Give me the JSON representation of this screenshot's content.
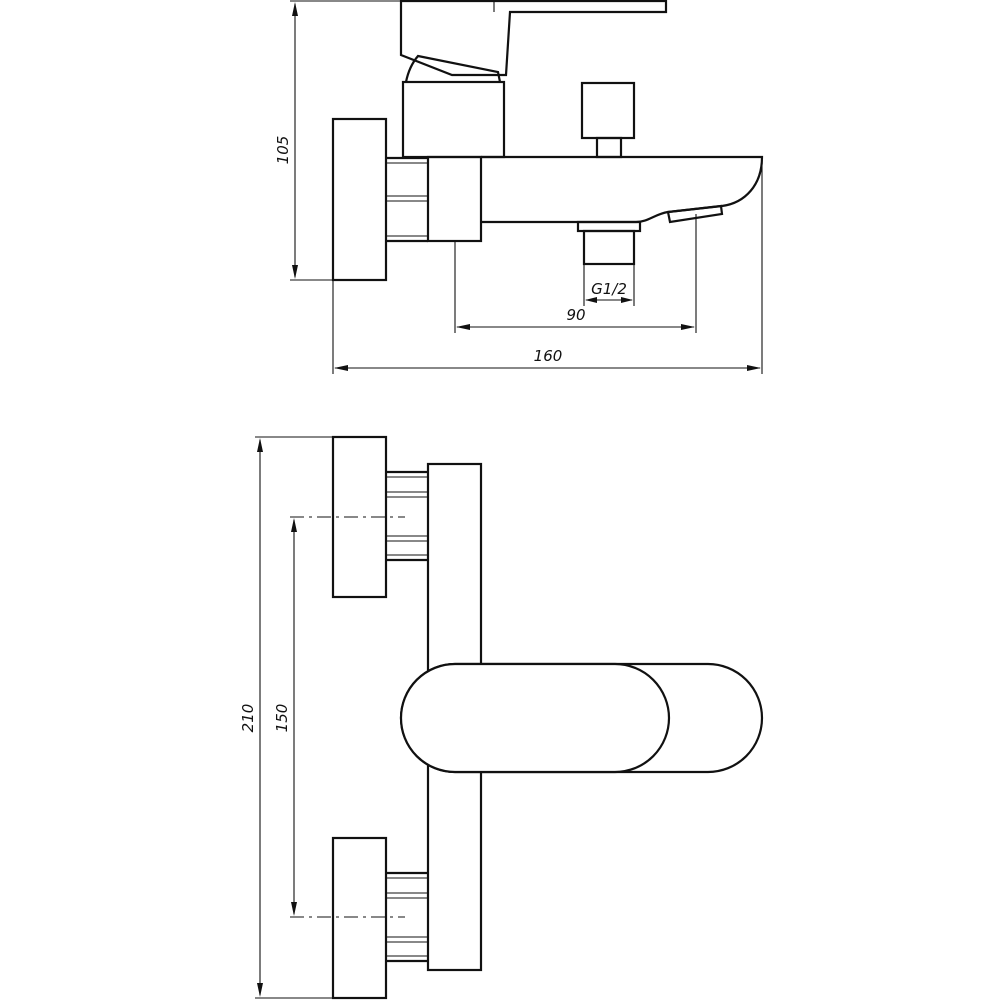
{
  "dimensions": {
    "height_top_view": "105",
    "outlet_thread": "G1/2",
    "distance_to_spout": "90",
    "total_depth": "160",
    "total_height": "210",
    "center_distance": "150"
  },
  "colors": {
    "line": "#111111",
    "background": "#ffffff"
  }
}
